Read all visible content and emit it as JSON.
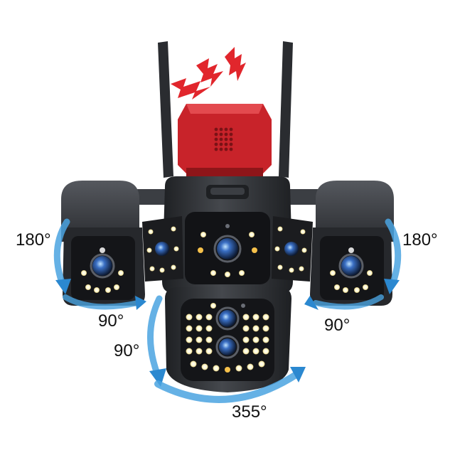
{
  "angles": {
    "left_pan": "180°",
    "right_pan": "180°",
    "left_tilt": "90°",
    "right_tilt": "90°",
    "bottom_tilt": "90°",
    "bottom_pan": "355°"
  },
  "colors": {
    "body": "#2f3135",
    "body_dark": "#1f2124",
    "body_light": "#4a4d52",
    "siren": "#c8232a",
    "siren_dark": "#8e1519",
    "alarm_bolt": "#e1262c",
    "arrow": "#4aa3e0",
    "led": "#fff6c8",
    "led_warm": "#f6c14b",
    "lens": "#3a6fc4"
  },
  "icons": [
    "alarm-lightning-icon",
    "siren-speaker-icon",
    "rotation-arrow-icon"
  ]
}
